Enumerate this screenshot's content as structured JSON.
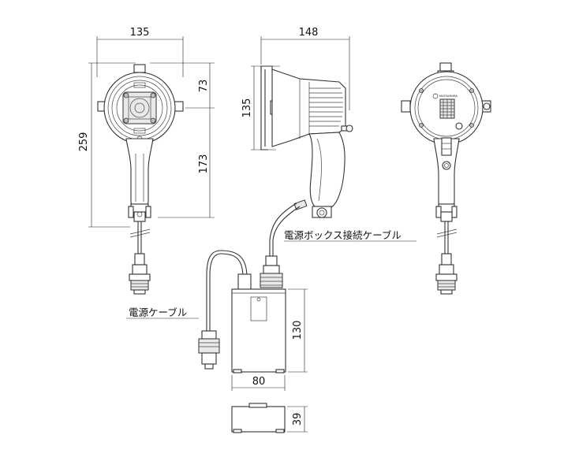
{
  "dimensions": {
    "front_width": "135",
    "side_width": "148",
    "total_height": "259",
    "head_height_upper": "73",
    "handle_height": "173",
    "side_head_height": "135",
    "box_height": "130",
    "box_width": "80",
    "box_depth": "39"
  },
  "labels": {
    "power_box_cable": "電源ボックス接続ケーブル",
    "power_cable": "電源ケーブル",
    "brand": "MATSUMURA"
  },
  "colors": {
    "line": "#333333",
    "background": "#ffffff",
    "shade": "#e9e9e9"
  }
}
